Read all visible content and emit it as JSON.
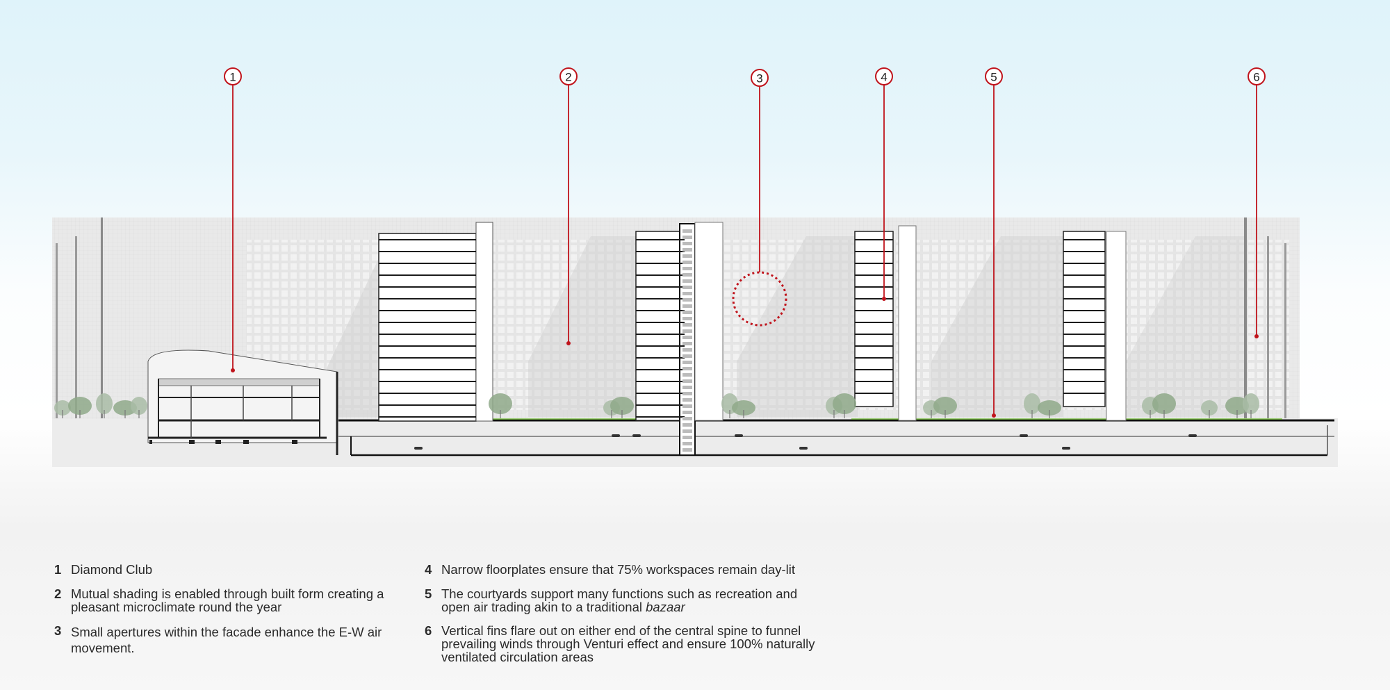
{
  "callouts": [
    {
      "number": "1"
    },
    {
      "number": "2"
    },
    {
      "number": "3"
    },
    {
      "number": "4"
    },
    {
      "number": "5"
    },
    {
      "number": "6"
    }
  ],
  "legend": [
    {
      "number": "1",
      "text": "Diamond Club"
    },
    {
      "number": "2",
      "text": "Mutual shading is enabled through built form creating a\npleasant microclimate round the year"
    },
    {
      "number": "3",
      "text": "Small apertures within the facade enhance the E-W air\nmovement."
    },
    {
      "number": "4",
      "text": "Narrow floorplates ensure that 75% workspaces remain day-lit"
    },
    {
      "number": "5",
      "text_before": "The courtyards support many functions such as recreation and\nopen air trading akin to a traditional ",
      "text_italic": "bazaar"
    },
    {
      "number": "6",
      "text": "Vertical fins flare out on either end of the central spine to funnel\nprevailing winds through Venturi effect and ensure 100% naturally\nventilated circulation areas"
    }
  ],
  "colors": {
    "callout_red": "#c0141c",
    "structure": "#1a1a1a",
    "background_mass": "#e3e3e3",
    "tree_green": "#8fa98a",
    "courtyard_green": "#7bc043"
  }
}
